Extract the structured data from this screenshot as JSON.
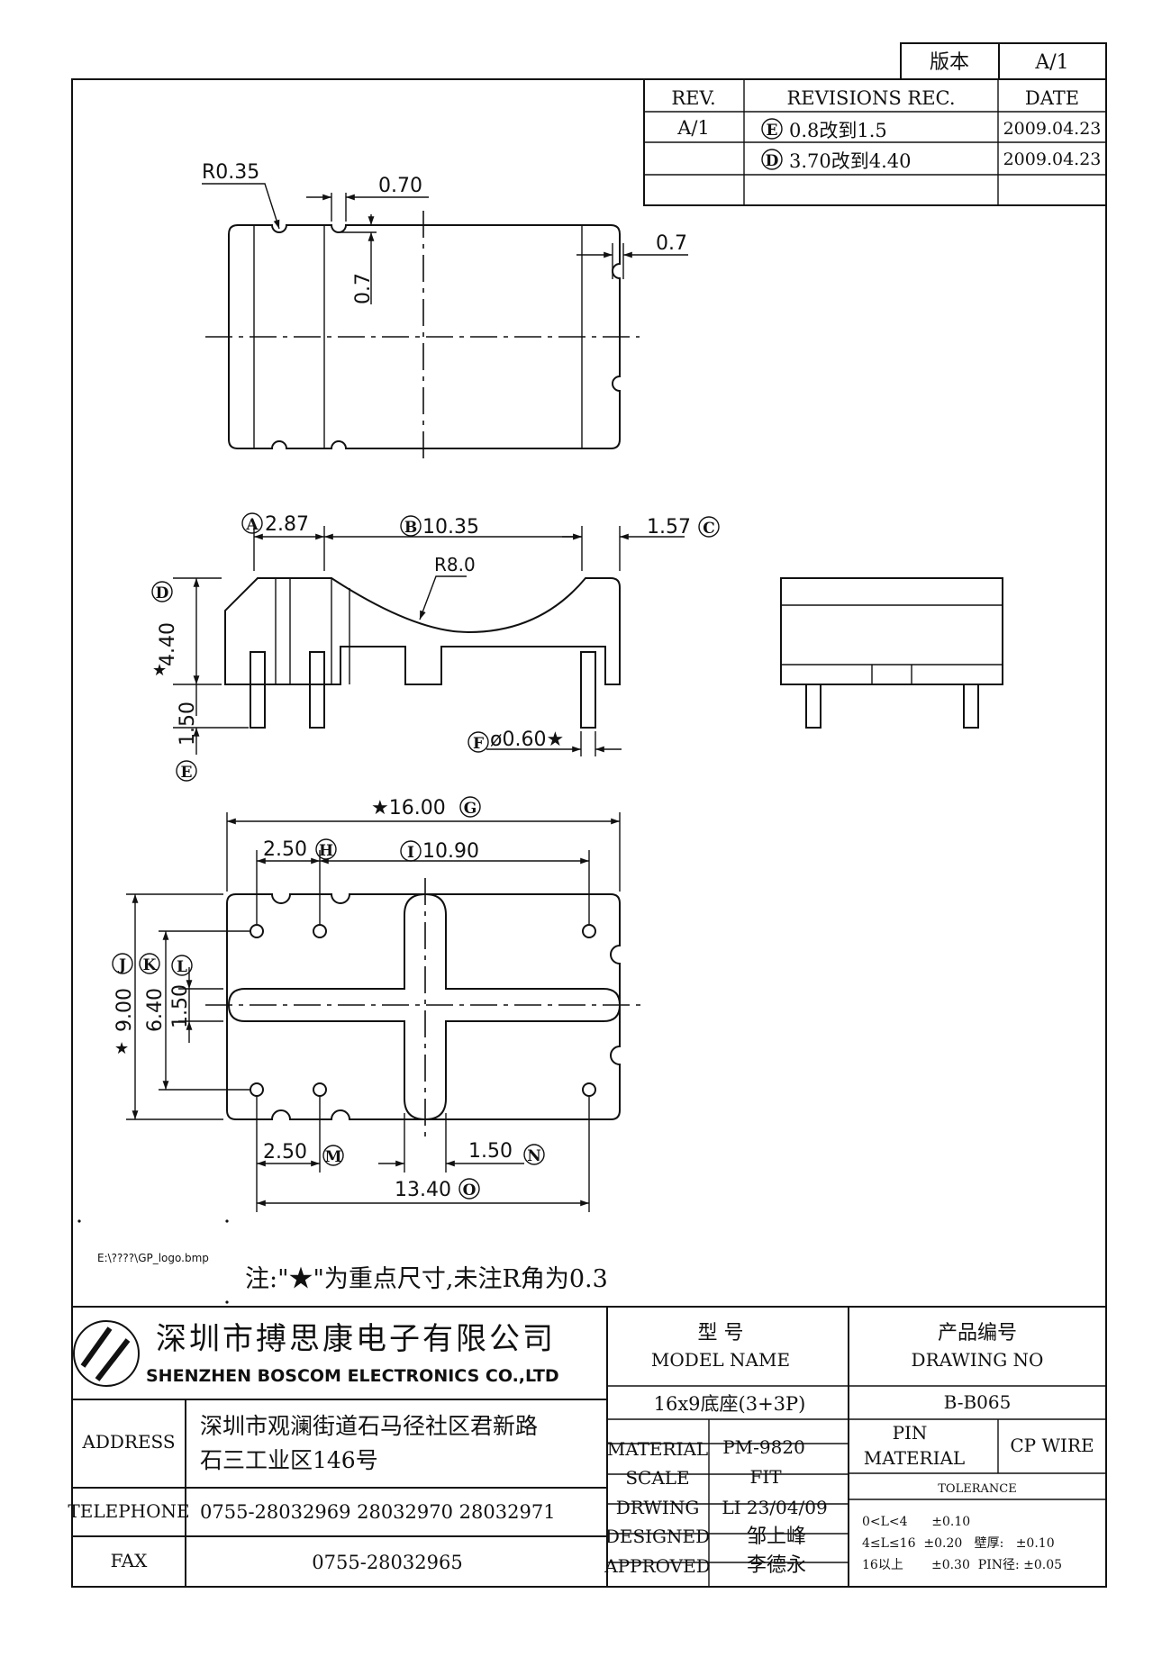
{
  "header": {
    "version_label": "版本",
    "version_value": "A/1"
  },
  "revisions": {
    "col_rev": "REV.",
    "col_rec": "REVISIONS REC.",
    "col_date": "DATE",
    "rows": [
      {
        "rev": "A/1",
        "mark": "E",
        "text": "0.8改到1.5",
        "date": "2009.04.23"
      },
      {
        "rev": "",
        "mark": "D",
        "text": "3.70改到4.40",
        "date": "2009.04.23"
      }
    ]
  },
  "dims": {
    "r035": "R0.35",
    "d070": "0.70",
    "d07v": "0.7",
    "d07h": "0.7",
    "a287": "2.87",
    "b1035": "10.35",
    "c157": "1.57",
    "r80": "R8.0",
    "d440": "4.40",
    "e150": "1.50",
    "f060": "ø0.60★",
    "g1600": "★16.00",
    "h250": "2.50",
    "i1090": "10.90",
    "j900": "9.00",
    "k640": "6.40",
    "l150": "1.50",
    "m250": "2.50",
    "n150": "1.50",
    "o1340": "13.40"
  },
  "circled": {
    "a": "A",
    "b": "B",
    "c": "C",
    "d": "D",
    "e": "E",
    "f": "F",
    "g": "G",
    "h": "H",
    "i": "I",
    "j": "J",
    "k": "K",
    "l": "L",
    "m": "M",
    "n": "N",
    "o": "O"
  },
  "stars": {
    "d": "★",
    "j": "★"
  },
  "notes": {
    "logo_path": "E:\\????\\GP_logo.bmp",
    "main_note": "注:\"★\"为重点尺寸,未注R角为0.3"
  },
  "title_block": {
    "company_cn": "深圳市搏思康电子有限公司",
    "company_en": "SHENZHEN BOSCOM ELECTRONICS CO.,LTD",
    "model_label_cn": "型 号",
    "model_label_en": "MODEL NAME",
    "drawing_label_cn": "产品编号",
    "drawing_label_en": "DRAWING NO",
    "model_value": "16x9底座(3+3P)",
    "drawing_value": "B-B065",
    "address_label": "ADDRESS",
    "address_line1": "深圳市观澜街道石马径社区君新路",
    "address_line2": "石三工业区146号",
    "telephone_label": "TELEPHONE",
    "telephone_value": "0755-28032969 28032970 28032971",
    "fax_label": "FAX",
    "fax_value": "0755-28032965",
    "material_label": "MATERIAL",
    "material_value": "PM-9820",
    "pin_material_label1": "PIN",
    "pin_material_label2": "MATERIAL",
    "pin_material_value": "CP WIRE",
    "scale_label": "SCALE",
    "scale_value": "FIT",
    "tolerance_label": "TOLERANCE",
    "drawing_by_label": "DRWING",
    "drawing_by_value": "LI 23/04/09",
    "designed_label": "DESIGNED",
    "designed_value": "邹上峰",
    "approved_label": "APPROVED",
    "approved_value": "李德永",
    "tol1": "0<L<4      ±0.10",
    "tol2": "4≤L≤16  ±0.20   壁厚:   ±0.10",
    "tol3": "16以上       ±0.30  PIN径: ±0.05"
  }
}
